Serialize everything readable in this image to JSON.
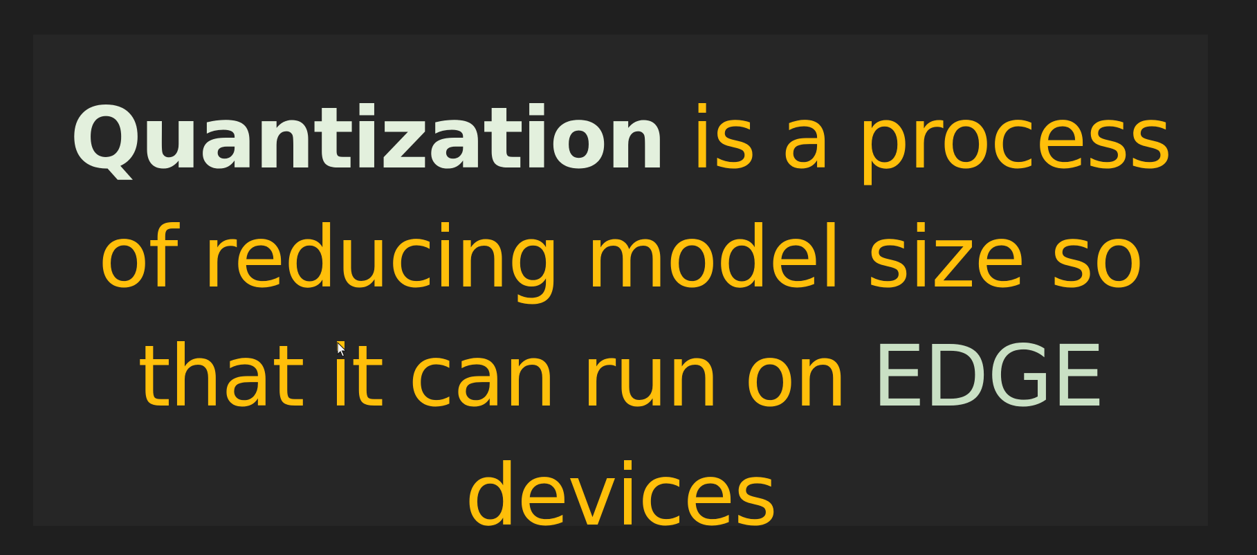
{
  "slide": {
    "term": "Quantization",
    "line1_rest": "is a process",
    "line2": "of reducing model size so",
    "line3_prefix": "that it can run on",
    "highlight": "EDGE",
    "line4": "devices"
  },
  "colors": {
    "term": "#e3f0dd",
    "body": "#ffbf0a",
    "highlight": "#c9e0c4",
    "slide_bg": "#262626",
    "page_bg": "#1f1f1f"
  },
  "icons": {
    "cursor": "mouse-pointer-icon"
  }
}
